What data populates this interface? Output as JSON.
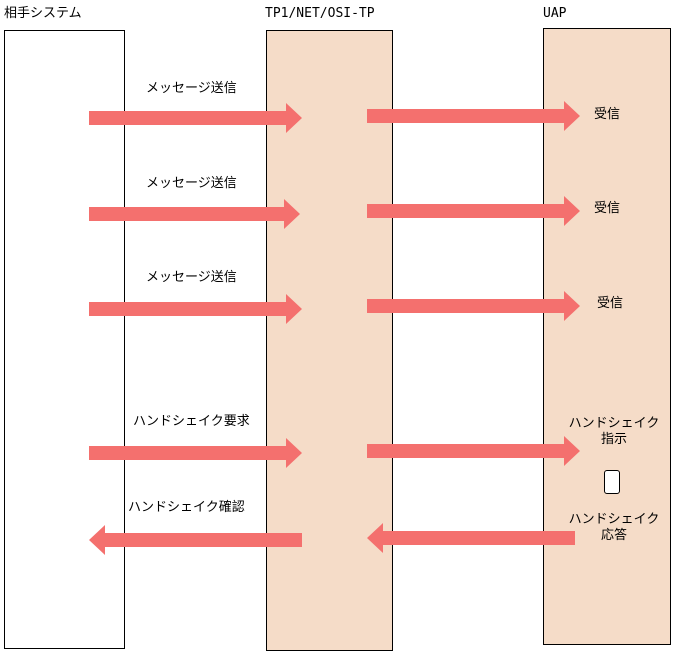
{
  "columns": {
    "partner": {
      "title": "相手システム"
    },
    "middleware": {
      "title": "TP1/NET/OSI-TP",
      "fill": "#f5dcc8"
    },
    "uap": {
      "title": "UAP",
      "fill": "#f5dcc8"
    }
  },
  "arrow_color": "#f4706e",
  "messages": [
    {
      "send_label": "メッセージ送信",
      "recv_label": "受信"
    },
    {
      "send_label": "メッセージ送信",
      "recv_label": "受信"
    },
    {
      "send_label": "メッセージ送信",
      "recv_label": "受信"
    }
  ],
  "handshake": {
    "request_label": "ハンドシェイク要求",
    "instruct_label_1": "ハンドシェイク",
    "instruct_label_2": "指示",
    "confirm_label": "ハンドシェイク確認",
    "response_label_1": "ハンドシェイク",
    "response_label_2": "応答"
  }
}
